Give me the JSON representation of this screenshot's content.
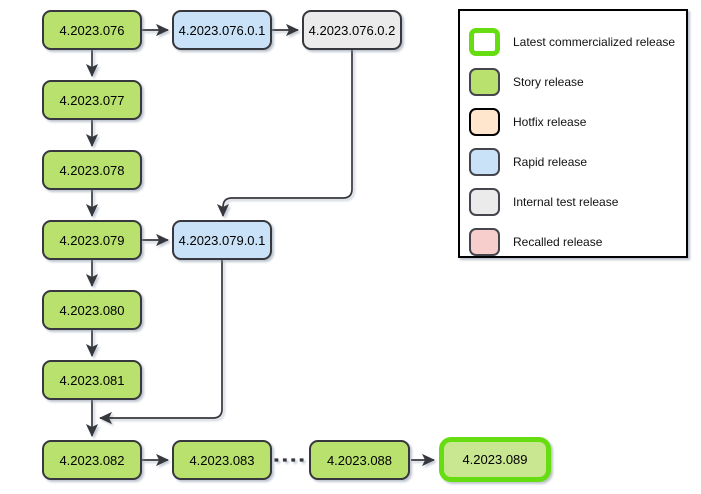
{
  "diagram": {
    "nodes": [
      {
        "id": "4.2023.076",
        "label": "4.2023.076",
        "type": "story"
      },
      {
        "id": "4.2023.076.0.1",
        "label": "4.2023.076.0.1",
        "type": "rapid"
      },
      {
        "id": "4.2023.076.0.2",
        "label": "4.2023.076.0.2",
        "type": "internal"
      },
      {
        "id": "4.2023.077",
        "label": "4.2023.077",
        "type": "story"
      },
      {
        "id": "4.2023.078",
        "label": "4.2023.078",
        "type": "story"
      },
      {
        "id": "4.2023.079",
        "label": "4.2023.079",
        "type": "story"
      },
      {
        "id": "4.2023.079.0.1",
        "label": "4.2023.079.0.1",
        "type": "rapid"
      },
      {
        "id": "4.2023.080",
        "label": "4.2023.080",
        "type": "story"
      },
      {
        "id": "4.2023.081",
        "label": "4.2023.081",
        "type": "story"
      },
      {
        "id": "4.2023.082",
        "label": "4.2023.082",
        "type": "story"
      },
      {
        "id": "4.2023.083",
        "label": "4.2023.083",
        "type": "story"
      },
      {
        "id": "4.2023.088",
        "label": "4.2023.088",
        "type": "story"
      },
      {
        "id": "4.2023.089",
        "label": "4.2023.089",
        "type": "latest"
      }
    ],
    "edges": [
      {
        "from": "4.2023.076",
        "to": "4.2023.076.0.1",
        "style": "solid"
      },
      {
        "from": "4.2023.076.0.1",
        "to": "4.2023.076.0.2",
        "style": "solid"
      },
      {
        "from": "4.2023.076",
        "to": "4.2023.077",
        "style": "solid"
      },
      {
        "from": "4.2023.077",
        "to": "4.2023.078",
        "style": "solid"
      },
      {
        "from": "4.2023.078",
        "to": "4.2023.079",
        "style": "solid"
      },
      {
        "from": "4.2023.079",
        "to": "4.2023.079.0.1",
        "style": "solid"
      },
      {
        "from": "4.2023.076.0.2",
        "to": "4.2023.079.0.1",
        "style": "solid"
      },
      {
        "from": "4.2023.079",
        "to": "4.2023.080",
        "style": "solid"
      },
      {
        "from": "4.2023.080",
        "to": "4.2023.081",
        "style": "solid"
      },
      {
        "from": "4.2023.081",
        "to": "4.2023.082",
        "style": "solid"
      },
      {
        "from": "4.2023.079.0.1",
        "to": "4.2023.082",
        "style": "solid"
      },
      {
        "from": "4.2023.082",
        "to": "4.2023.083",
        "style": "solid"
      },
      {
        "from": "4.2023.083",
        "to": "4.2023.088",
        "style": "dashed"
      },
      {
        "from": "4.2023.088",
        "to": "4.2023.089",
        "style": "solid"
      }
    ]
  },
  "legend": {
    "items": [
      {
        "label": "Latest commercialized release",
        "type": "latest"
      },
      {
        "label": "Story release",
        "type": "story"
      },
      {
        "label": "Hotfix release",
        "type": "hotfix"
      },
      {
        "label": "Rapid release",
        "type": "rapid"
      },
      {
        "label": "Internal test release",
        "type": "internal"
      },
      {
        "label": "Recalled release",
        "type": "recalled"
      }
    ]
  },
  "colors": {
    "story_fill": "#b9e16e",
    "rapid_fill": "#cae2f7",
    "internal_fill": "#ebebeb",
    "hotfix_fill": "#ffe6cc",
    "recalled_fill": "#f8cecc",
    "latest_fill": "#c9e690",
    "latest_border": "#66dd11",
    "node_border": "#37373e",
    "connector": "#37373e",
    "legend_border": "#000000",
    "background": "#ffffff"
  }
}
